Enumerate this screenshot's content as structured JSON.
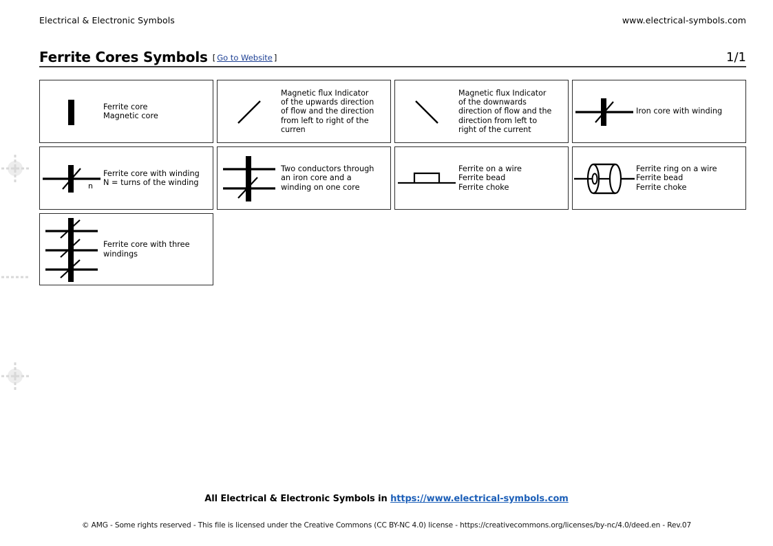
{
  "header": {
    "left_text": "Electrical & Electronic Symbols",
    "right_text": "www.electrical-symbols.com"
  },
  "title_bar": {
    "title": "Ferrite Cores Symbols",
    "bracket_open": "[",
    "link_label": "Go to Website",
    "bracket_close": "]",
    "page_indicator": "1/1"
  },
  "symbols": [
    {
      "icon": "ferrite-core-bar-icon",
      "label": "Ferrite core\nMagnetic core"
    },
    {
      "icon": "magnetic-flux-up-arrow-icon",
      "label": "Magnetic flux Indicator\nof the upwards direction\nof flow and the direction\nfrom left to right of the\ncurren"
    },
    {
      "icon": "magnetic-flux-down-arrow-icon",
      "label": "Magnetic flux Indicator\nof the downwards\ndirection of flow and the\ndirection from left to\nright of the current"
    },
    {
      "icon": "iron-core-with-winding-icon",
      "label": "Iron core with winding"
    },
    {
      "icon": "ferrite-core-with-winding-icon",
      "sublabel": "n",
      "label": "Ferrite core with winding\nN = turns of the winding"
    },
    {
      "icon": "two-conductors-one-core-icon",
      "label": "Two conductors through\nan iron core and a\nwinding on one core"
    },
    {
      "icon": "ferrite-bead-on-wire-icon",
      "label": "Ferrite on a wire\nFerrite bead\nFerrite choke"
    },
    {
      "icon": "ferrite-ring-on-wire-icon",
      "label": "Ferrite ring on a wire\nFerrite bead\nFerrite choke"
    },
    {
      "icon": "ferrite-core-three-windings-icon",
      "label": "Ferrite core with three\nwindings"
    }
  ],
  "footer": {
    "main_prefix": "All Electrical & Electronic Symbols in ",
    "main_link": "https://www.electrical-symbols.com",
    "legal": "© AMG - Some rights reserved - This file is licensed under the Creative Commons (CC BY-NC 4.0) license - https://creativecommons.org/licenses/by-nc/4.0/deed.en - Rev.07"
  },
  "colors": {
    "link_blue": "#1c3f94",
    "footer_link_blue": "#1c5fb8",
    "stroke": "#000000",
    "card_border": "#2b2b2b",
    "registration_mark": "#dcdcdc"
  }
}
